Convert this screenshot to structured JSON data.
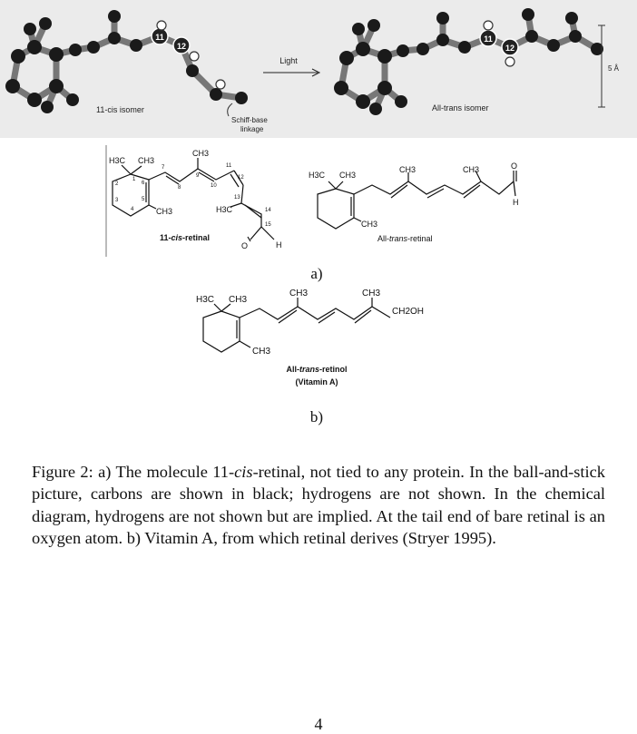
{
  "ball_stick": {
    "label_atom_11": "11",
    "label_atom_12": "12",
    "light_label": "Light",
    "cis_label": "11-cis isomer",
    "schiff_line1": "Schiff-base",
    "schiff_line2": "linkage",
    "trans_label": "All-trans isomer",
    "scale_label": "5 Å"
  },
  "structures": {
    "cis_name": "11-cis-retinal",
    "cis_name_prefix": "11-",
    "cis_name_italic": "cis",
    "cis_name_suffix": "-retinal",
    "trans_name_prefix": "All-",
    "trans_name_italic": "trans",
    "trans_name_suffix": "-retinal",
    "vitamin_prefix": "All-",
    "vitamin_italic": "trans",
    "vitamin_suffix": "-retinol",
    "vitamin_sub": "(Vitamin A)",
    "sub_a": "a)",
    "sub_b": "b)",
    "group_h3c": "H3C",
    "group_ch3": "CH3",
    "group_ch2oh": "CH2OH",
    "atom_o": "O",
    "atom_h": "H",
    "num_1": "1",
    "num_2": "2",
    "num_3": "3",
    "num_4": "4",
    "num_5": "5",
    "num_6": "6",
    "num_7": "7",
    "num_8": "8",
    "num_9": "9",
    "num_10": "10",
    "num_11": "11",
    "num_12": "12",
    "num_13": "13",
    "num_14": "14",
    "num_15": "15"
  },
  "caption": {
    "fig_label": "Figure 2:",
    "part1": " a) The molecule 11-",
    "italic_cis": "cis",
    "part2": "-retinal, not tied to any protein. In the ball-and-stick picture, carbons are shown in black; hydrogens are not shown. In the chemical diagram, hydrogens are not shown but are implied. At the tail end of bare retinal is an oxygen atom. b) Vitamin A, from which retinal derives (Stryer 1995)."
  },
  "page_number": "4"
}
